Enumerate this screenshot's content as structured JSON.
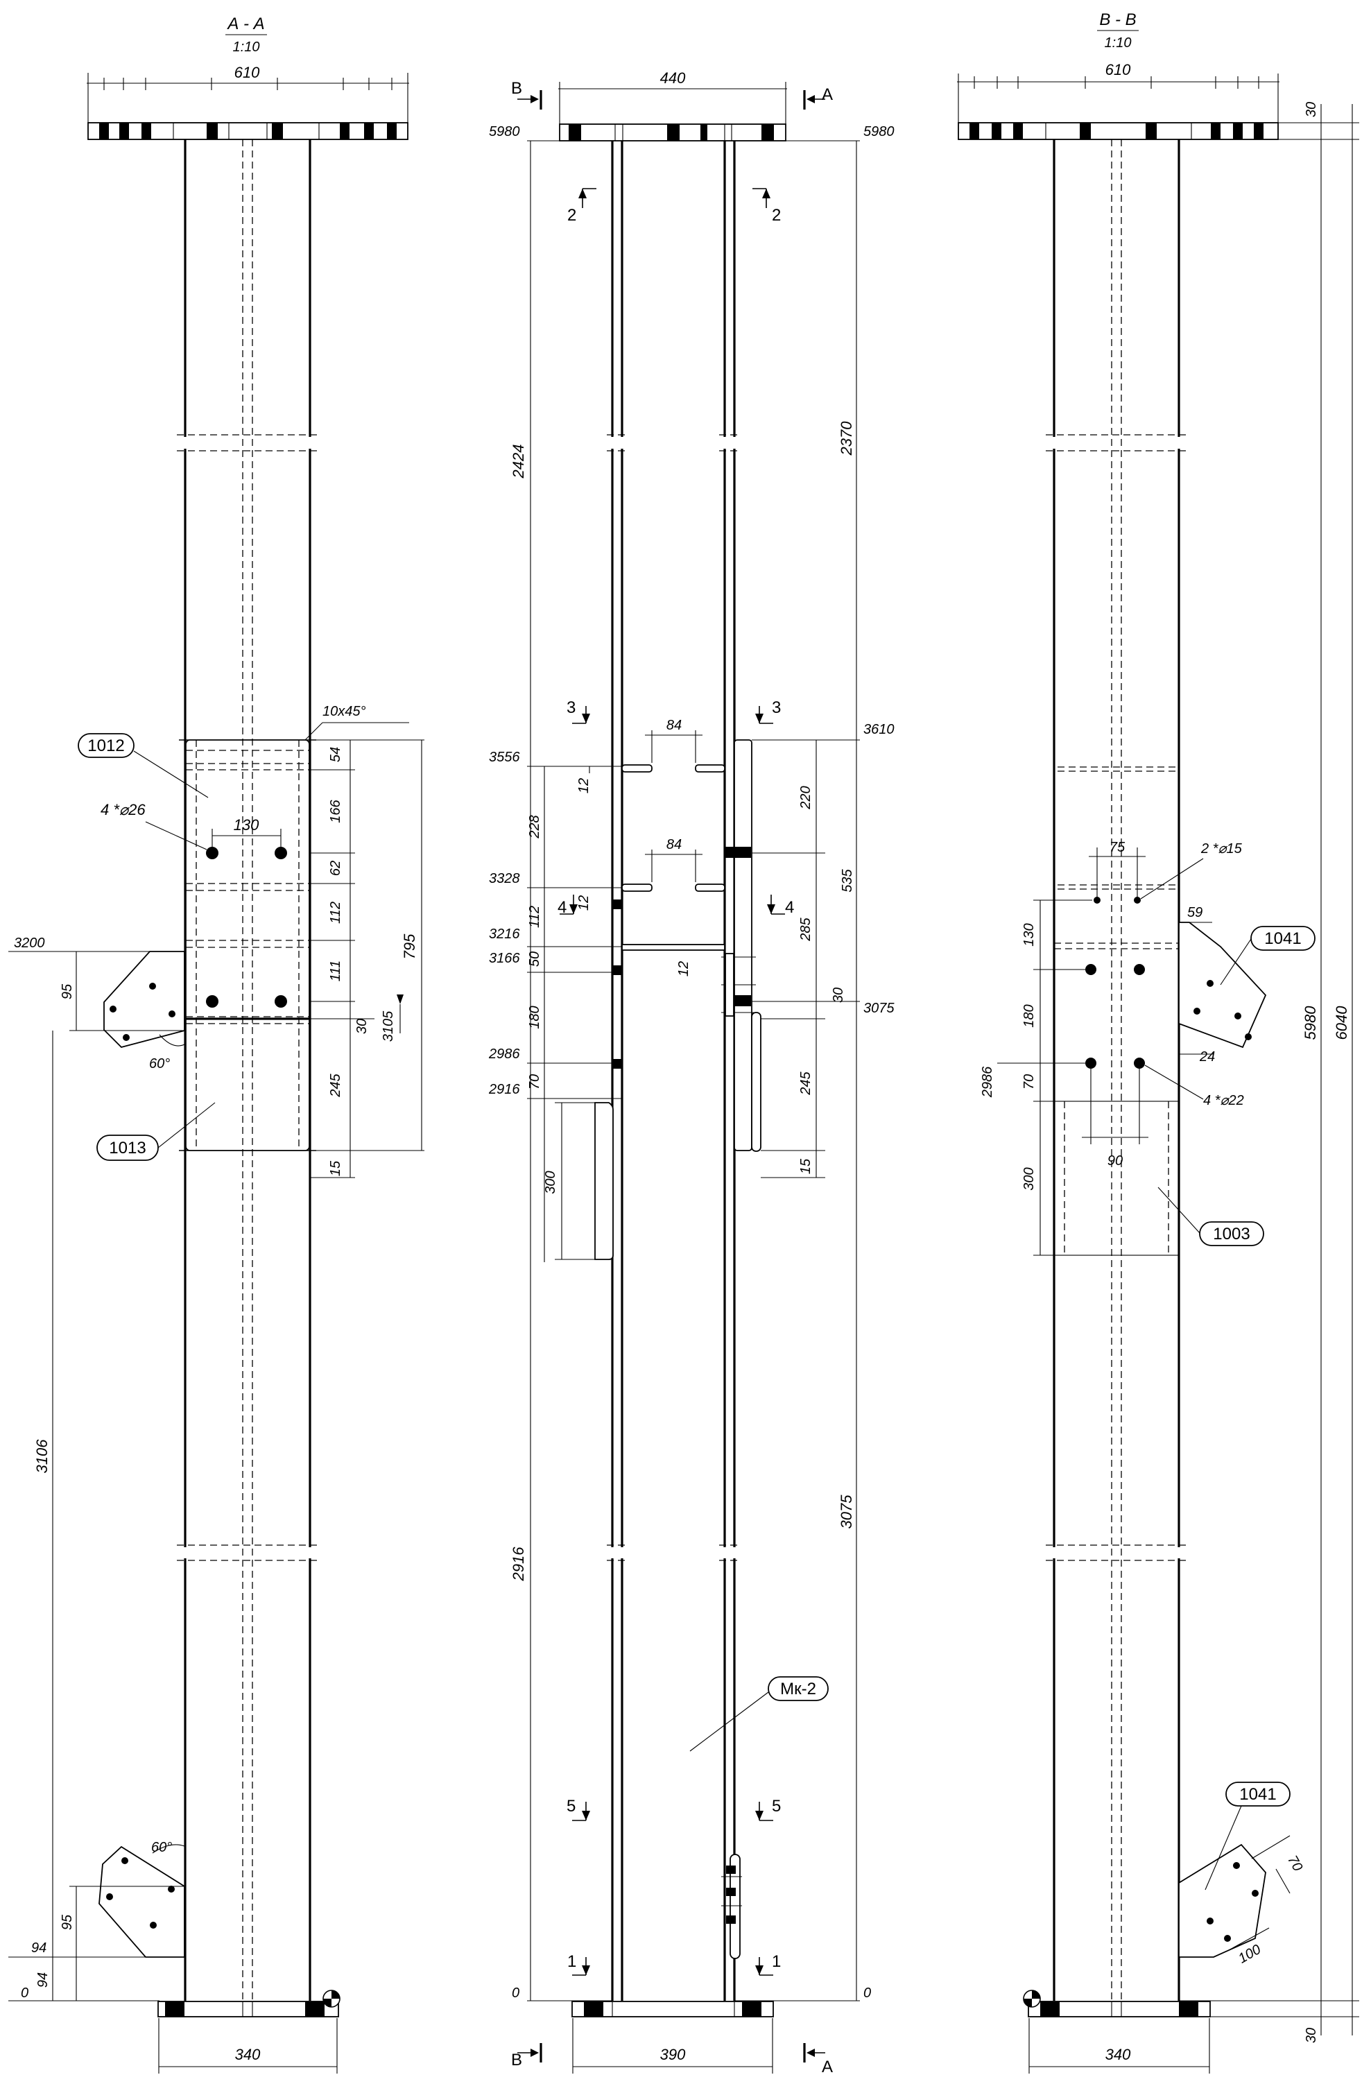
{
  "views": {
    "aa": {
      "title": "А - А",
      "scale": "1:10",
      "top_width": "610",
      "bottom_width": "340",
      "chamfer": "10х45°",
      "holes_top": "4 *⌀26",
      "spacing": "130",
      "ref_1012": "1012",
      "ref_1013": "1013",
      "elev_3200": "3200",
      "elev_3105": "3105",
      "elev_94": "94",
      "elev_0": "0",
      "d95a": "95",
      "d95b": "95",
      "d3106": "3106",
      "d795": "795",
      "d54": "54",
      "d166": "166",
      "d62": "62",
      "d112": "112",
      "d111": "111",
      "d30": "30",
      "d245": "245",
      "d15": "15",
      "angle_a": "60°",
      "angle_b": "60°"
    },
    "front": {
      "top_width": "440",
      "bottom_width": "390",
      "cut_b": "В",
      "cut_a": "А",
      "elev_5980l": "5980",
      "elev_5980r": "5980",
      "sec2l": "2",
      "sec2r": "2",
      "sec3l": "3",
      "sec3r": "3",
      "sec4l": "4",
      "sec4r": "4",
      "sec5l": "5",
      "sec5r": "5",
      "sec1l": "1",
      "sec1r": "1",
      "d2424": "2424",
      "d2370": "2370",
      "d2916": "2916",
      "d3075": "3075",
      "elev_3610": "3610",
      "elev_3556": "3556",
      "elev_3328": "3328",
      "elev_3216": "3216",
      "elev_3166": "3166",
      "elev_2986": "2986",
      "elev_2916": "2916",
      "elev_3075": "3075",
      "elev_0l": "0",
      "elev_0r": "0",
      "d84a": "84",
      "d84b": "84",
      "d12a": "12",
      "d12b": "12",
      "d12c": "12",
      "d228": "228",
      "d112": "112",
      "d50": "50",
      "d180": "180",
      "d70": "70",
      "d300": "300",
      "d220": "220",
      "d535": "535",
      "d285": "285",
      "d30": "30",
      "d245": "245",
      "d15": "15",
      "mark": "Мк-2"
    },
    "bb": {
      "title": "В - В",
      "scale": "1:10",
      "top_width": "610",
      "bottom_width": "340",
      "d30top": "30",
      "d30bot": "30",
      "d5980": "5980",
      "d6040": "6040",
      "d75": "75",
      "holes_small": "2 *⌀15",
      "holes_big": "4 *⌀22",
      "d59": "59",
      "d24": "24",
      "d90": "90",
      "d130": "130",
      "d180": "180",
      "d70": "70",
      "d300": "300",
      "elev_2986": "2986",
      "ref_1041a": "1041",
      "ref_1041b": "1041",
      "ref_1003": "1003",
      "d70b": "70",
      "d100": "100"
    }
  }
}
